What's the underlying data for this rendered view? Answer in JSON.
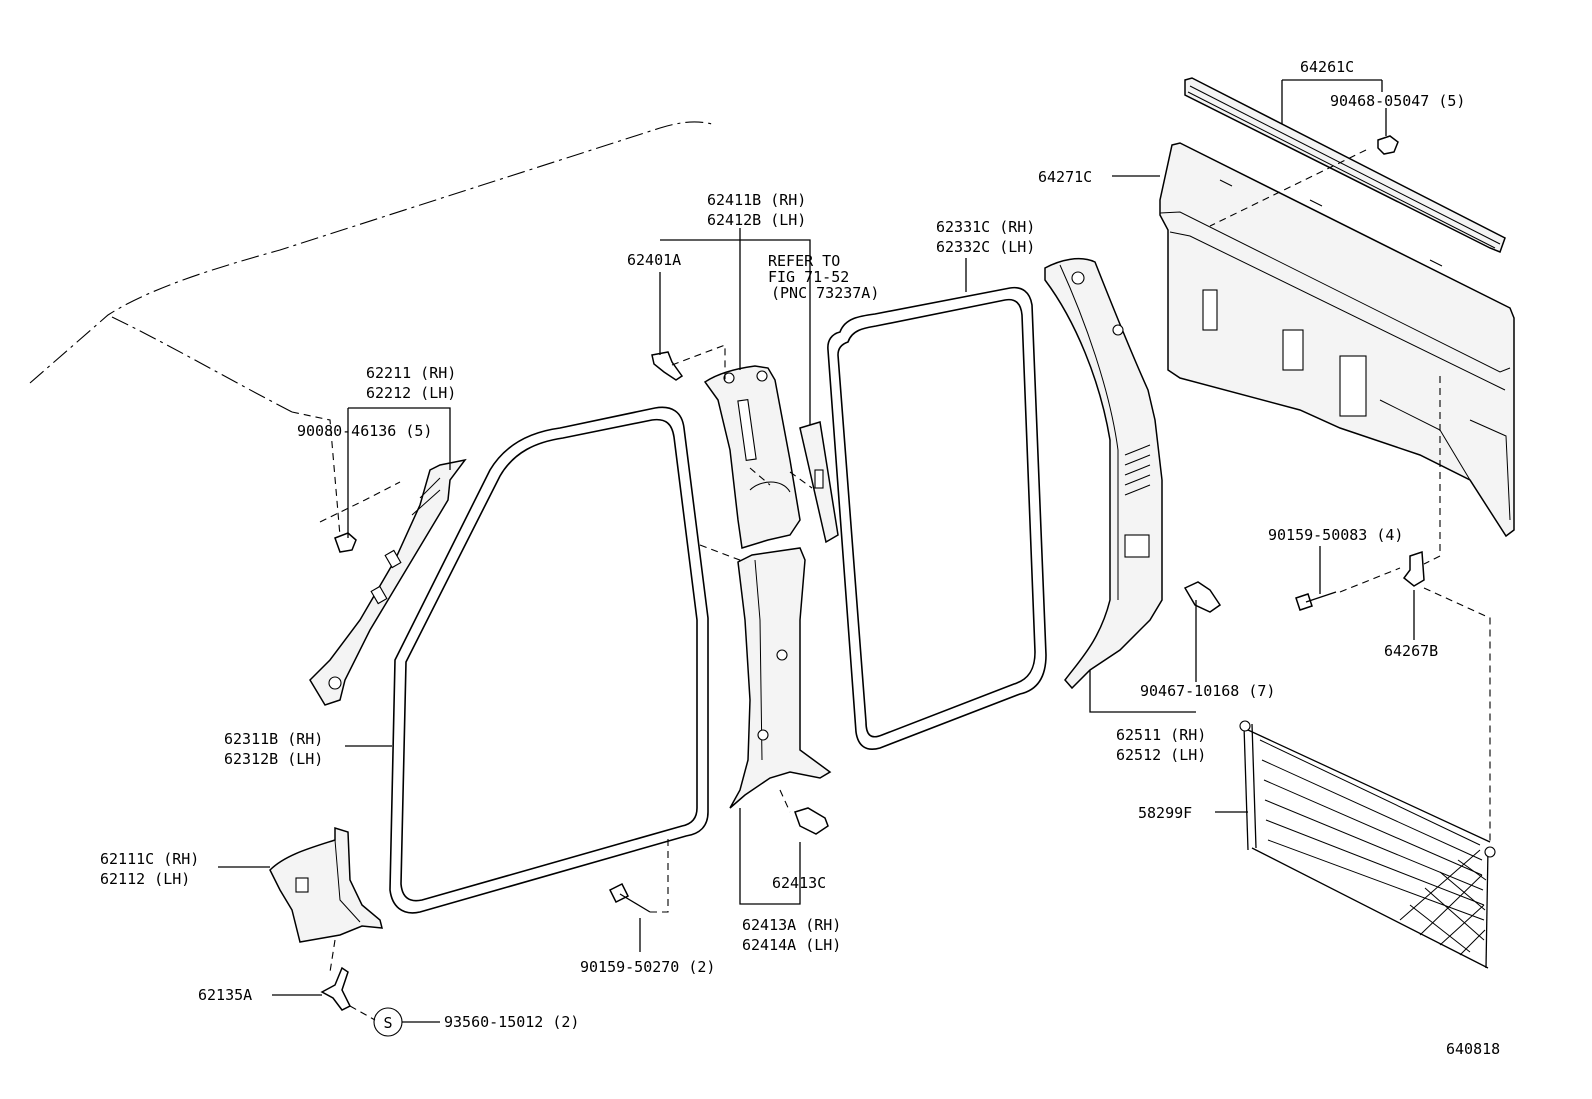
{
  "labels": {
    "p64261c": "64261C",
    "p90468": "90468-05047 (5)",
    "p64271c": "64271C",
    "p62411b": "62411B (RH)",
    "p62412b": "62412B (LH)",
    "refer1": "REFER TO",
    "refer2": "FIG 71-52",
    "refer3": "(PNC 73237A)",
    "p62401a": "62401A",
    "p62331c": "62331C (RH)",
    "p62332c": "62332C (LH)",
    "p62211": "62211 (RH)",
    "p62212": "62212 (LH)",
    "p90080": "90080-46136 (5)",
    "p90159_50083": "90159-50083 (4)",
    "p64267b": "64267B",
    "p90467": "90467-10168 (7)",
    "p62511": "62511 (RH)",
    "p62512": "62512 (LH)",
    "p62311b": "62311B (RH)",
    "p62312b": "62312B (LH)",
    "p58299f": "58299F",
    "p62111c": "62111C (RH)",
    "p62112": "62112  (LH)",
    "p62413c": "62413C",
    "p62413a": "62413A (RH)",
    "p62414a": "62414A (LH)",
    "p90159_50270": "90159-50270 (2)",
    "p62135a": "62135A",
    "p93560": "93560-15012 (2)",
    "s_symbol": "S",
    "figure_code": "640818"
  }
}
